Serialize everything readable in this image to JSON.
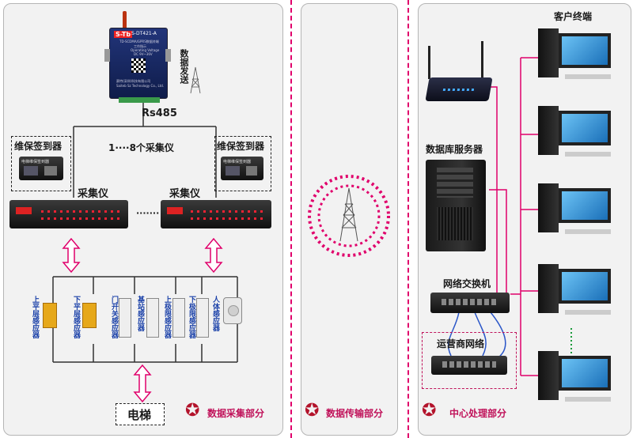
{
  "device_top": {
    "brand": "S-Tb",
    "model": "S-DT421-A",
    "subtitle": "TD-SCDMA/GPRS数据终端",
    "small1": "工作指示",
    "small2": "Operating Voltage",
    "small3": "DC 9V~36V",
    "company": "赛特(深圳)科技有限公司",
    "company_en": "Saiteb Sz Technology Co., Ltd."
  },
  "labels": {
    "data_send": "数据发送",
    "rs485": "Rs485",
    "collectors_range": "1····8个采集仪",
    "maintain_left": "维保签到器",
    "maintain_right": "维保签到器",
    "collector_left": "采集仪",
    "collector_right": "采集仪",
    "ellipsis": "·······",
    "elevator": "电梯",
    "client": "客户终端",
    "db_server": "数据库服务器",
    "switch": "网络交换机",
    "isp": "运营商网络",
    "signin_panel_title": "电梯维保签到器"
  },
  "sensors": [
    "上平层感应器",
    "下平层感应器",
    "门开关感应器",
    "基站感应器",
    "上极限感应器",
    "下极限感应器",
    "人体感应器"
  ],
  "footer": {
    "left": "数据采集部分",
    "middle": "数据传输部分",
    "right": "中心处理部分"
  },
  "colors": {
    "accent": "#e0006b",
    "star": "#b3132b",
    "sensor_text": "#1a40a8",
    "cable_blue": "#2a56c8",
    "led_red": "#e22222"
  }
}
